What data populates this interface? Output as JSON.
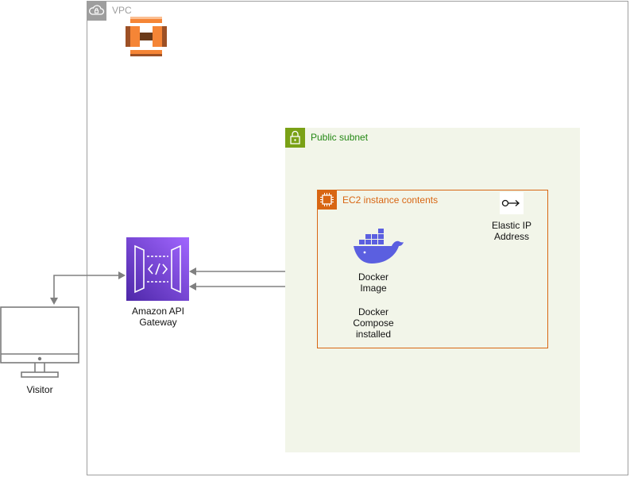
{
  "vpc": {
    "label": "VPC",
    "icon": "cloud-lock-icon",
    "logo": "aws-vpc-logo",
    "border_color": "#9e9e9e"
  },
  "public_subnet": {
    "label": "Public subnet",
    "icon": "padlock-icon",
    "accent": "#7aa116",
    "label_color": "#248814",
    "fill": "#f2f5e9"
  },
  "ec2": {
    "label": "EC2 instance contents",
    "icon": "chip-icon",
    "accent": "#d86613",
    "docker_image_label": "Docker\nImage",
    "docker_compose_label": "Docker\nCompose\ninstalled",
    "elastic_ip_label": "Elastic IP\nAddress"
  },
  "api_gateway": {
    "label": "Amazon API\nGateway",
    "icon": "api-gateway-icon"
  },
  "visitor": {
    "label": "Visitor",
    "icon": "monitor-icon"
  }
}
